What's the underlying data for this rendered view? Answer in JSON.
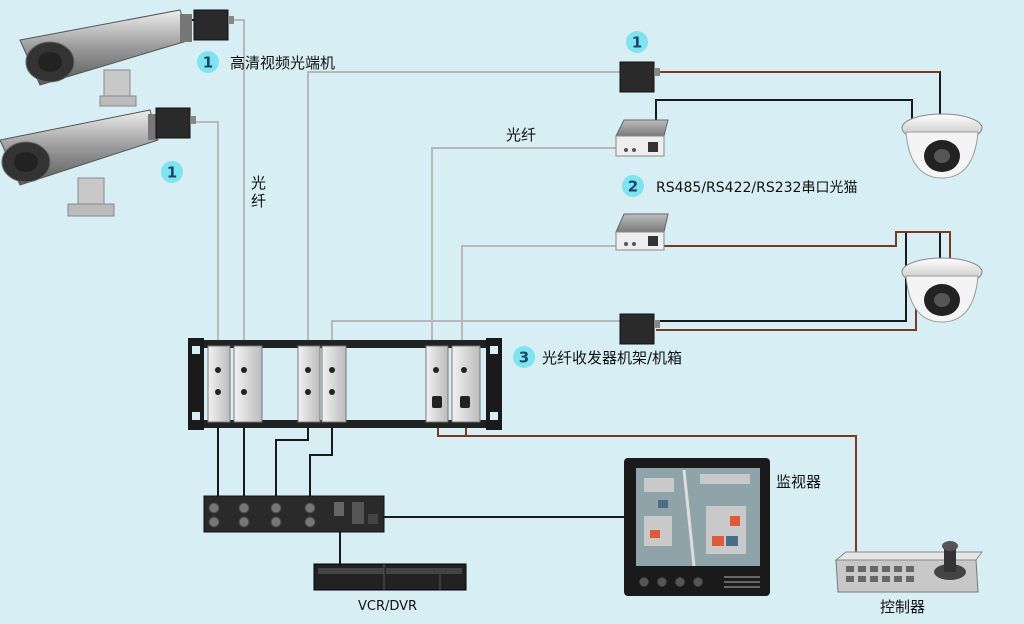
{
  "badges": {
    "badge_a": "1",
    "badge_b": "1",
    "badge_c": "1",
    "badge_d": "2",
    "badge_e": "3"
  },
  "labels": {
    "optical_transceiver": "高清视频光端机",
    "fiber_vertical_1": "光",
    "fiber_vertical_2": "纤",
    "fiber_horizontal": "光纤",
    "serial_modem": "RS485/RS422/RS232串口光猫",
    "rack": "光纤收发器机架/机箱",
    "monitor": "监视器",
    "vcr": "VCR/DVR",
    "controller": "控制器"
  },
  "colors": {
    "background": "#d6eef4",
    "fiber": "#b8b8b8",
    "coax": "#1a1a1a",
    "control_cable": "#7a3a22",
    "badge": "#7fe3f0"
  }
}
